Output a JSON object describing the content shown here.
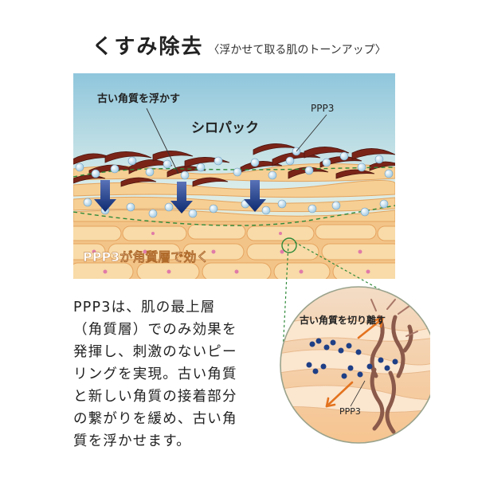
{
  "title": {
    "main": "くすみ除去",
    "sub": "〈浮かせて取る肌のトーンアップ〉"
  },
  "hero": {
    "label_lift": "古い角質を浮かす",
    "label_ppp3": "PPP3",
    "label_silopack": "シロパック",
    "label_effect": "PPP3が角質層で効く"
  },
  "body": {
    "lines": [
      "PPP3は、肌の最上層",
      "（角質層）でのみ効果を",
      "発揮し、刺激のないピー",
      "リングを実現。古い角質",
      "と新しい角質の接着部分",
      "の繋がりを緩め、古い角",
      "質を浮かせます。"
    ]
  },
  "zoom": {
    "label_detach": "古い角質を切り離す",
    "label_ppp3": "PPP3"
  },
  "colors": {
    "sky_top": "#8fc6dc",
    "sky_bottom": "#f5ecc4",
    "scale_red": "#7a2418",
    "cell_orange": "#f1b877",
    "cell_light": "#f9dcae",
    "nucleus": "#e07aa8",
    "arrow_blue": "#1e3f86",
    "dash_green": "#2f8a3a",
    "bubble": "#cfe8f6"
  }
}
